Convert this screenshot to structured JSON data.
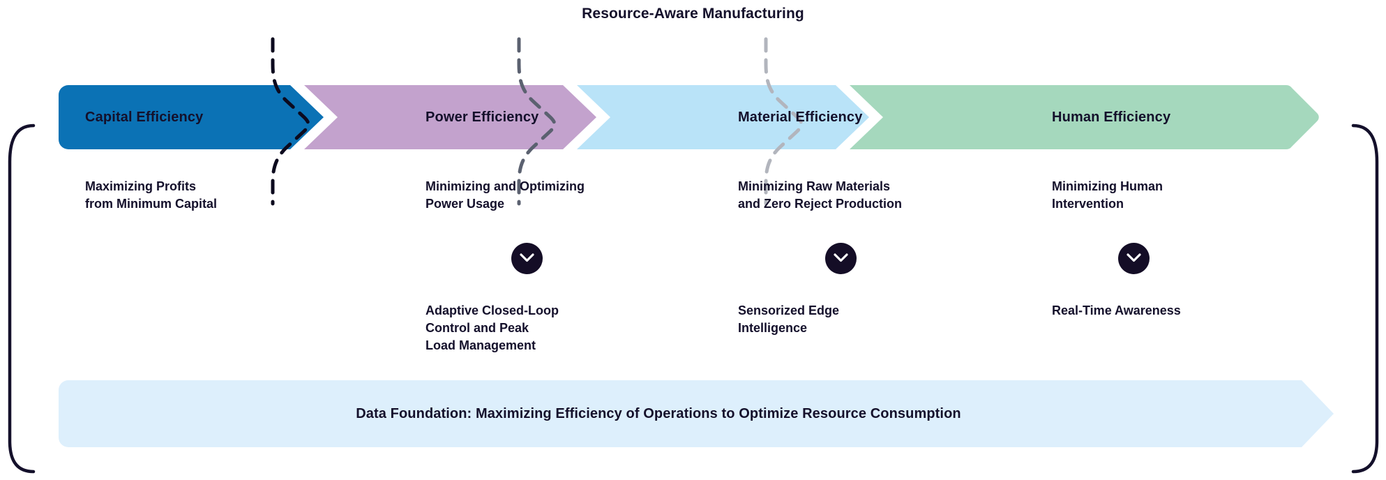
{
  "title": "Resource-Aware Manufacturing",
  "colors": {
    "capital": "#0b72b5",
    "power": "#c3a2cd",
    "material": "#b9e3f8",
    "human": "#a5d8bd",
    "foundation_band": "#ddeffc",
    "text_dark": "#14102b",
    "circle_dark": "#140d26",
    "divider_1": "#0c0a1e",
    "divider_2": "#5b6170",
    "divider_3": "#b2b5bd",
    "bracket": "#14102b"
  },
  "stages": [
    {
      "id": "capital",
      "label": "Capital Efficiency",
      "fill": "#0b72b5",
      "description": "Maximizing Profits\nfrom Minimum Capital",
      "has_down_icon": false,
      "down_icon": null,
      "subdescription": null
    },
    {
      "id": "power",
      "label": "Power Efficiency",
      "fill": "#c3a2cd",
      "description": "Minimizing and Optimizing\nPower Usage",
      "has_down_icon": true,
      "down_icon": "chevron-down-icon",
      "subdescription": "Adaptive Closed-Loop\nControl and Peak\nLoad Management"
    },
    {
      "id": "material",
      "label": "Material Efficiency",
      "fill": "#b9e3f8",
      "description": "Minimizing Raw Materials\nand Zero Reject Production",
      "has_down_icon": true,
      "down_icon": "chevron-down-icon",
      "subdescription": "Sensorized Edge\nIntelligence"
    },
    {
      "id": "human",
      "label": "Human Efficiency",
      "fill": "#a5d8bd",
      "description": "Minimizing Human\nIntervention",
      "has_down_icon": true,
      "down_icon": "chevron-down-icon",
      "subdescription": "Real-Time Awareness"
    }
  ],
  "dividers": [
    {
      "id": "divider-1",
      "color": "#0c0a1e"
    },
    {
      "id": "divider-2",
      "color": "#5b6170"
    },
    {
      "id": "divider-3",
      "color": "#b2b5bd"
    }
  ],
  "foundation": {
    "text": "Data Foundation: Maximizing Efficiency of Operations to Optimize Resource Consumption",
    "fill": "#ddeffc"
  },
  "brackets": {
    "left": "left-bracket",
    "right": "right-bracket"
  }
}
